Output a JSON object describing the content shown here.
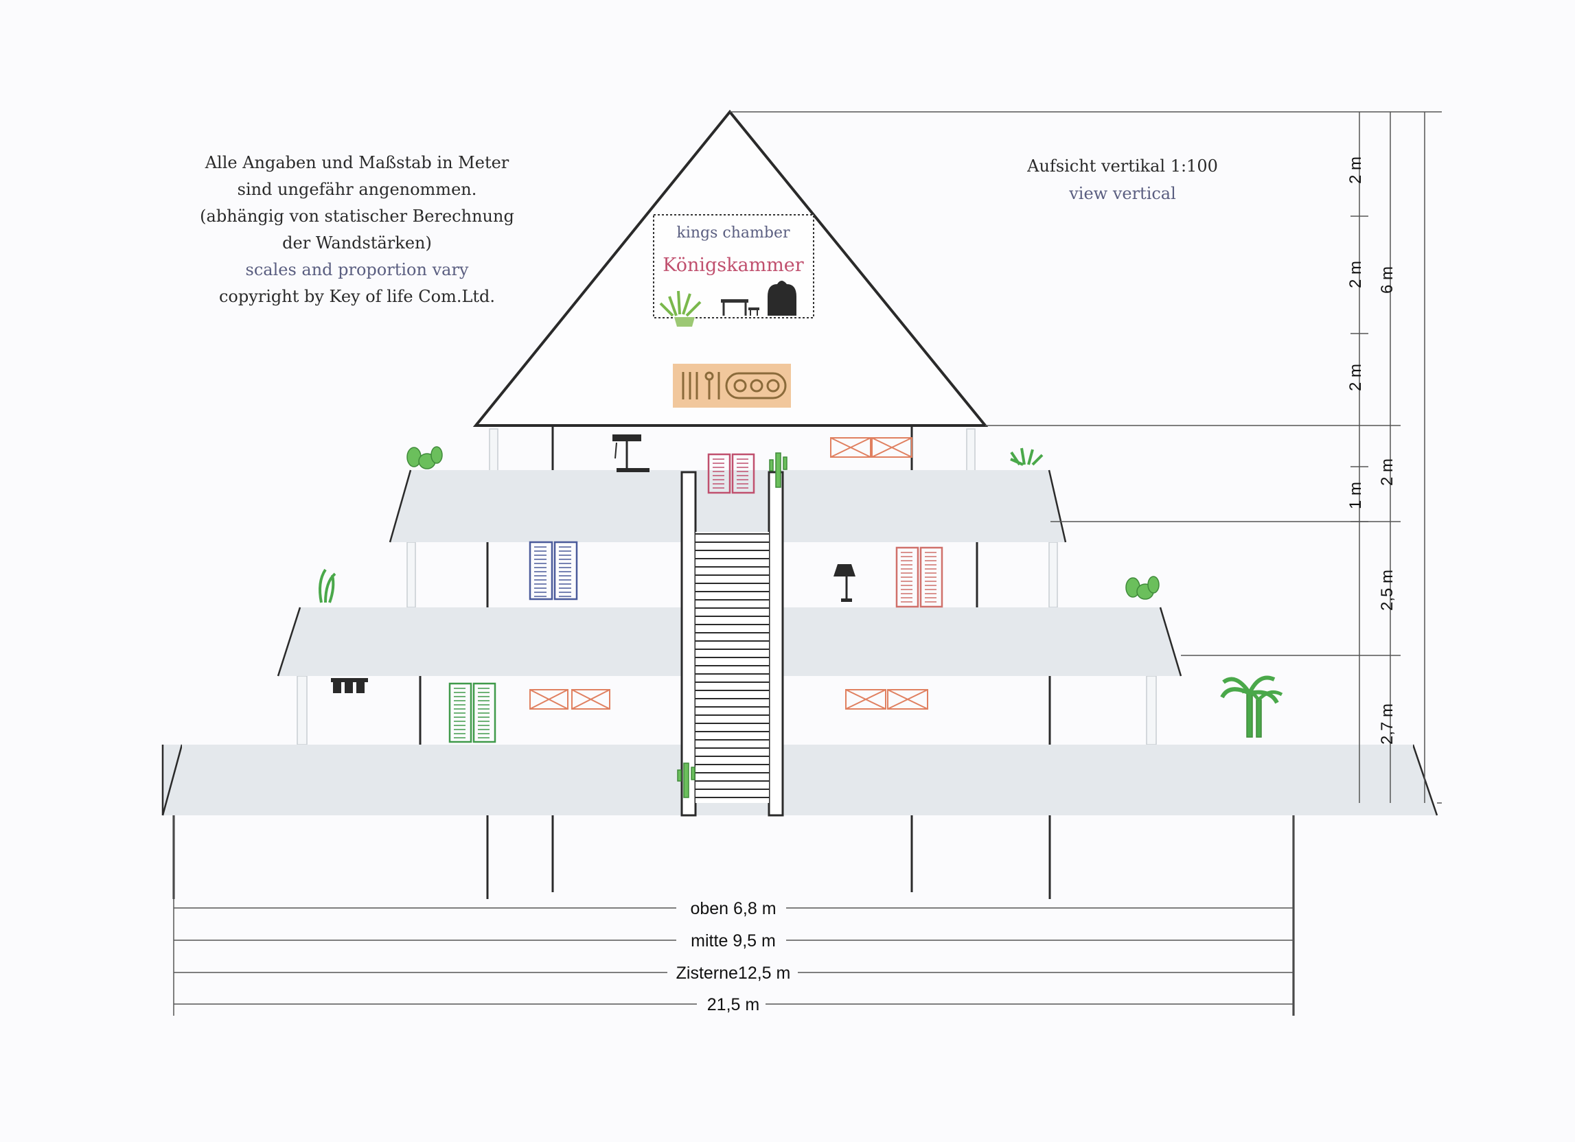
{
  "notes": {
    "line1": "Alle Angaben und Maßstab in Meter",
    "line2": "sind ungefähr angenommen.",
    "line3": "(abhängig von statischer Berechnung",
    "line4": "der Wandstärken)",
    "line5": "scales and proportion vary",
    "line6": "copyright by Key of life Com.Ltd."
  },
  "view": {
    "title": "Aufsicht vertikal 1:100",
    "subtitle": "view vertical"
  },
  "plaque": {
    "english": "kings chamber",
    "german": "Königskammer"
  },
  "dimensions": {
    "horizontal": {
      "top": "oben 6,8 m",
      "middle": "mitte 9,5 m",
      "cistern": "Zisterne12,5 m",
      "total": "21,5 m"
    },
    "vertical": {
      "roof_1": "2 m",
      "roof_2": "2 m",
      "roof_3": "2 m",
      "roof_total": "6 m",
      "gap": "1 m",
      "floor_top": "2 m",
      "floor_mid": "2,5 m",
      "floor_low": "2,7 m"
    }
  },
  "colors": {
    "line": "#2a2a2a",
    "slab": "#e4e8ec",
    "shutter_blue": "#4a5a9a",
    "shutter_red": "#d0706a",
    "shutter_green": "#3f9a4a",
    "shutter_pink": "#c0506e",
    "window_orange": "#e08060",
    "plant_green": "#5cb85c",
    "hieroglyph_panel": "#f1c79c"
  }
}
